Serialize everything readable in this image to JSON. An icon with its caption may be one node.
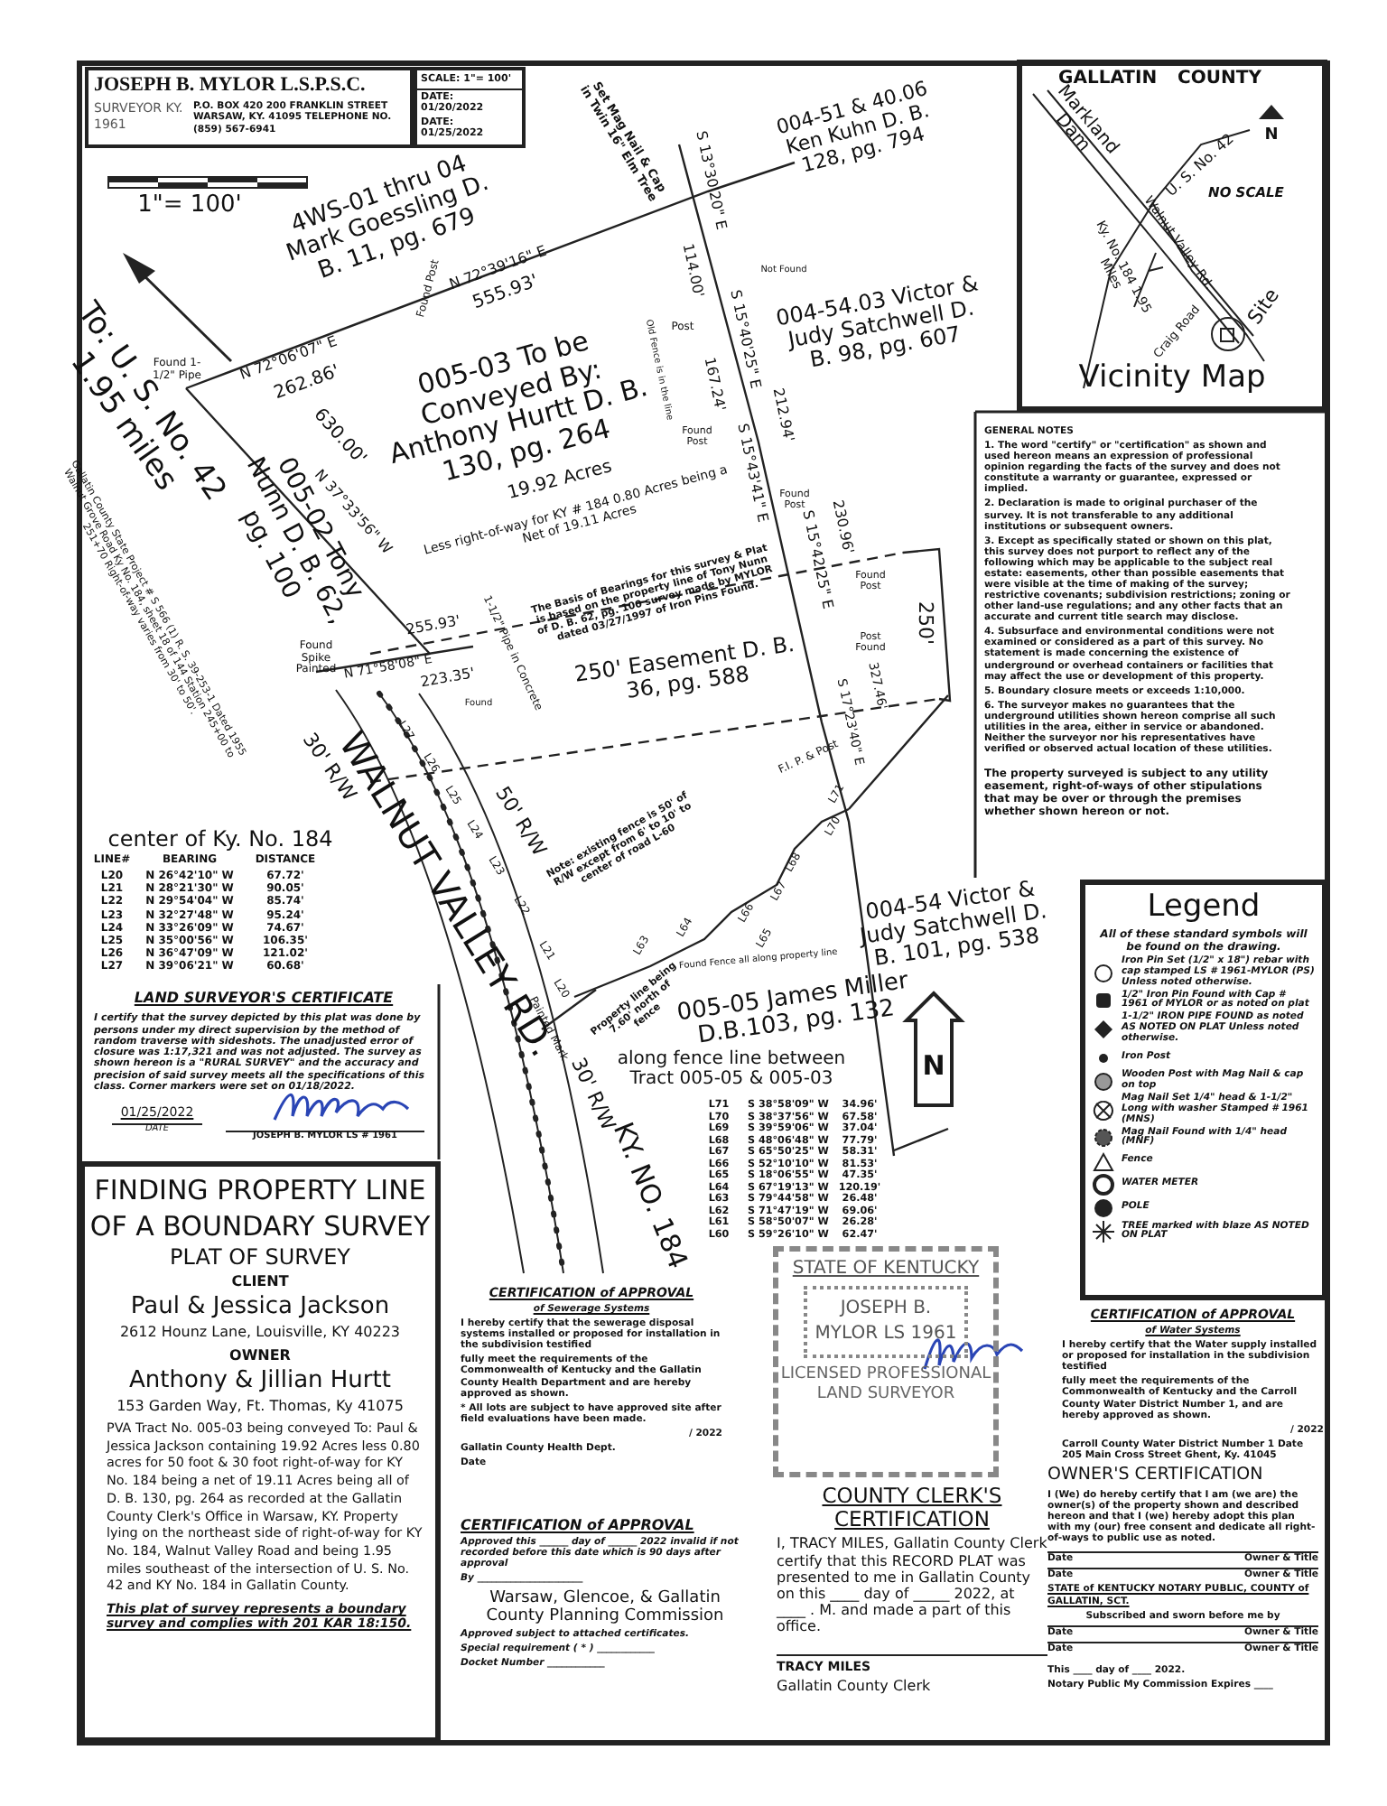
{
  "diagram": {
    "nodes": [
      {
        "text": [
          "JOSEPH B. MYLOR L.S.P.S.C.",
          "SURVEYOR KY. 1961",
          "P.O. BOX 420 200 FRANKLIN STREET WARSAW, KY. 41095 TELEPHONE NO. (859) 567-6941"
        ]
      },
      {
        "text": [
          "SCALE: 1\"= 100'",
          "DATE: 01/20/2022",
          "DATE: 01/25/2022"
        ]
      },
      {
        "text": [
          "GALLATIN COUNTY",
          "Vicinity Map"
        ]
      },
      {
        "text": [
          "Legend",
          "All of these standard symbols will be found on the drawing."
        ]
      },
      {
        "text": [
          "FINDING PROPERTY LINE OF A BOUNDARY SURVEY",
          "PLAT OF SURVEY",
          "CLIENT",
          "Paul & Jessica Jackson",
          "2612 Hounz Lane, Louisville, KY 40223",
          "OWNER",
          "Anthony & Jillian Hurtt",
          "153 Garden Way, Ft. Thomas, Ky 41075",
          "PVA Tract No. 005-03 being conveyed To: Paul & Jessica Jackson containing 19.92 Acres less 0.80 acres for 50 foot & 30 foot right-of-way for KY No. 184 being a net of 19.11 Acres being all of D. B. 130, pg. 264 as recorded at the Gallatin County Clerk's Office in Warsaw, KY. Property lying on the northeast side of right-of-way for KY No. 184, Walnut Valley Road and being 1.95 miles southeast of the intersection of U. S. No. 42 and KY No. 184 in Gallatin County.",
          "This plat of survey represents a boundary survey and complies with 201 KAR 18:150."
        ]
      },
      {
        "text": [
          "STATE OF KENTUCKY",
          "JOSEPH B. MYLOR LS 1961",
          "LICENSED PROFESSIONAL LAND SURVEYOR"
        ]
      }
    ],
    "labels": [
      "1\"= 100'",
      "To: U. S. No. 42 1.95 miles",
      "4WS-01 thru 04 Mark Goessling D. B. 11, pg. 679",
      "Found 1-1/2\" Pipe",
      "N 72°06'07\" E",
      "262.86'",
      "Found Post",
      "N 72°39'16\" E",
      "555.93'",
      "Set Mag Nail & Cap in Twin 16\" Elm Tree",
      "004-51 & 40.06 Ken Kuhn D. B. 128, pg. 794",
      "S 13°30'20\" E",
      "114.00'",
      "Not Found",
      "Post",
      "Old Fence is in the line",
      "167.24'",
      "S 15°40'25\" E",
      "Found Post",
      "S 15°43'41\" E",
      "212.94'",
      "004-54.03 Victor & Judy Satchwell D. B. 98, pg. 607",
      "005-03 To be Conveyed By: Anthony Hurtt D. B. 130, pg. 264",
      "19.92 Acres",
      "Less right-of-way for KY # 184 0.80 Acres being a Net of 19.11 Acres",
      "Found Post",
      "S 15°42'25\" E",
      "230.96'",
      "The Basis of Bearings for this survey & Plat is based on the property line of Tony Nunn of D. B. 62, pg. 100 survey made by MYLOR dated 03/27/1997 of Iron Pins Found.",
      "630.00'",
      "N 37°33'56\" W",
      "005-02 Tony Nunn D. B. 62, pg. 100",
      "Gallatin County State Project # S 566 (1) R. S. 39-253-1 Dated 1955 Walnut Grove Road Ky No. 184, sheet 18 of 144 Station 245+00 to 251+70 Right-of-way varies from 30' to 50'.",
      "Found Spike Painted",
      "255.93'",
      "N 71°58'08\" E",
      "223.35'",
      "Found",
      "1-1/2\" Pipe in Concrete",
      "250' Easement D. B. 36, pg. 588",
      "Found Post",
      "Post Found",
      "250'",
      "S 17°23'40\" E",
      "327.46'",
      "F.I. P. & Post",
      "30' R/W",
      "WALNUT VALLEY RD.",
      "50' R/W",
      "L27",
      "L26",
      "L25",
      "L24",
      "L23",
      "L22",
      "L21",
      "L20",
      "Note: existing fence is 50' of R/W except from 6' to 10' to center of road L-60",
      "Found Fence all along property line",
      "L71",
      "L70",
      "L68",
      "L67",
      "L66",
      "L65",
      "L64",
      "L63",
      "004-54 Victor & Judy Satchwell D. B. 101, pg. 538",
      "005-05 James Miller D.B.103, pg. 132",
      "along fence line between Tract 005-05 & 005-03",
      "Property line being 7.60' north of fence",
      "Painted Mark",
      "30' R/W",
      "KY. NO. 184",
      "center of Ky. No. 184",
      "LINE#",
      "BEARING",
      "DISTANCE",
      "L20",
      "N 26°42'10\" W",
      "67.72'",
      "L21",
      "N 28°21'30\" W",
      "90.05'",
      "L22",
      "N 29°54'04\" W",
      "85.74'",
      "L23",
      "N 32°27'48\" W",
      "95.24'",
      "L24",
      "N 33°26'09\" W",
      "74.67'",
      "L25",
      "N 35°00'56\" W",
      "106.35'",
      "L26",
      "N 36°47'09\" W",
      "121.02'",
      "L27",
      "N 39°06'21\" W",
      "60.68'",
      "L71",
      "S 38°58'09\" W",
      "34.96'",
      "L70",
      "S 38°37'56\" W",
      "67.58'",
      "L69",
      "S 39°59'06\" W",
      "37.04'",
      "L68",
      "S 48°06'48\" W",
      "77.79'",
      "L67",
      "S 65°50'25\" W",
      "58.31'",
      "L66",
      "S 52°10'10\" W",
      "81.53'",
      "L65",
      "S 18°06'55\" W",
      "47.35'",
      "L64",
      "S 67°19'13\" W",
      "120.19'",
      "L63",
      "S 79°44'58\" W",
      "26.48'",
      "L62",
      "S 71°47'19\" W",
      "69.06'",
      "L61",
      "S 58°50'07\" W",
      "26.28'",
      "L60",
      "S 59°26'10\" W",
      "62.47'",
      "N",
      "Markland Dam",
      "U. S. No. 42",
      "NO SCALE",
      "Walnut Valley Rd.",
      "Ky. No. 184 1.95 Miles",
      "Craig Road",
      "Site",
      "N",
      "GENERAL NOTES",
      "1. The word \"certify\" or \"certification\" as shown and used hereon means an expression of professional opinion regarding the facts of the survey and does not constitute a warranty or guarantee, expressed or implied.",
      "2. Declaration is made to original purchaser of the survey. It is not transferable to any additional institutions or subsequent owners.",
      "3. Except as specifically stated or shown on this plat, this survey does not purport to reflect any of the following which may be applicable to the subject real estate: easements, other than possible easements that were visible at the time of making of the survey; restrictive covenants; subdivision restrictions; zoning or other land-use regulations; and any other facts that an accurate and current title search may disclose.",
      "4. Subsurface and environmental conditions were not examined or considered as a part of this survey. No statement is made concerning the existence of underground or overhead containers or facilities that may affect the use or development of this property.",
      "5. Boundary closure meets or exceeds 1:10,000.",
      "6. The surveyor makes no guarantees that the underground utilities shown hereon comprise all such utilities in the area, either in service or abandoned. Neither the surveyor nor his representatives have verified or observed actual location of these utilities.",
      "The property surveyed is subject to any utility easement, right-of-ways of other stipulations that may be over or through the premises whether shown hereon or not.",
      "LAND SURVEYOR'S CERTIFICATE",
      "I certify that the survey depicted by this plat was done by persons under my direct supervision by the method of random traverse with sideshots. The unadjusted error of closure was 1:17,321 and was not adjusted. The survey as shown hereon is a \"RURAL SURVEY\" and the accuracy and precision of said survey meets all the specifications of this class. Corner markers were set on 01/18/2022.",
      "01/25/2022",
      "DATE",
      "JOSEPH B. MYLOR LS # 1961",
      "CERTIFICATION of APPROVAL",
      "of Sewerage Systems",
      "I hereby certify that the sewerage disposal systems installed or proposed for installation in the subdivision testified",
      "fully meet the requirements of the Commonwealth of Kentucky and the Gallatin County Health Department and are hereby approved as shown.",
      "* All lots are subject to have approved site after field evaluations have been made.",
      "/ 2022",
      "Gallatin County Health Dept.",
      "Date",
      "CERTIFICATION of APPROVAL",
      "Approved this ______ day of ______ 2022 invalid if not recorded before this date which is 90 days after approval",
      "By ______________________",
      "Warsaw, Glencoe, & Gallatin County Planning Commission",
      "Approved subject to attached certificates.",
      "Special requirement ( * ) ____________",
      "Docket Number ____________",
      "COUNTY CLERK'S CERTIFICATION",
      "I, TRACY MILES, Gallatin County Clerk certify that this RECORD PLAT was presented to me in Gallatin County on this ____ day of _____ 2022, at ____ . M. and made a part of this office.",
      "TRACY MILES",
      "Gallatin County Clerk",
      "CERTIFICATION of APPROVAL",
      "of Water Systems",
      "I hereby certify that the Water supply installed or proposed for installation in the subdivision testified",
      "fully meet the requirements of the Commonwealth of Kentucky and the Carroll County Water District Number 1, and are hereby approved as shown.",
      "/ 2022",
      "Carroll County Water District Number 1 Date 205 Main Cross Street Ghent, Ky. 41045",
      "OWNER'S CERTIFICATION",
      "I (We) do hereby certify that I am (we are) the owner(s) of the property shown and described hereon and that I (we) hereby adopt this plan with my (our) free consent and dedicate all right-of-ways to public use as noted.",
      "Date",
      "Owner & Title",
      "Date",
      "Owner & Title",
      "STATE of KENTUCKY NOTARY PUBLIC, COUNTY of GALLATIN, SCT.",
      "Subscribed and sworn before me by",
      "Date",
      "Owner & Title",
      "Date",
      "Owner & Title",
      "This ____ day of ____ 2022.",
      "Notary Public My Commission Expires ____"
    ],
    "legend": [
      {
        "text": "Iron Pin Set (1/2\" x 18\") rebar with cap stamped LS # 1961-MYLOR (PS) Unless noted otherwise."
      },
      {
        "text": "1/2\" Iron Pin Found with Cap # 1961 of MYLOR or as noted on plat"
      },
      {
        "text": "1-1/2\" IRON PIPE FOUND as noted AS NOTED ON PLAT Unless noted otherwise."
      },
      {
        "text": "Iron Post"
      },
      {
        "text": "Wooden Post with Mag Nail & cap on top"
      },
      {
        "text": "Mag Nail Set 1/4\" head & 1-1/2\" Long with washer Stamped # 1961 (MNS)"
      },
      {
        "text": "Mag Nail Found with 1/4\" head (MNF)"
      },
      {
        "text": "Fence"
      },
      {
        "text": "WATER METER"
      },
      {
        "text": "POLE"
      },
      {
        "text": "TREE marked with blaze AS NOTED ON PLAT"
      }
    ]
  }
}
